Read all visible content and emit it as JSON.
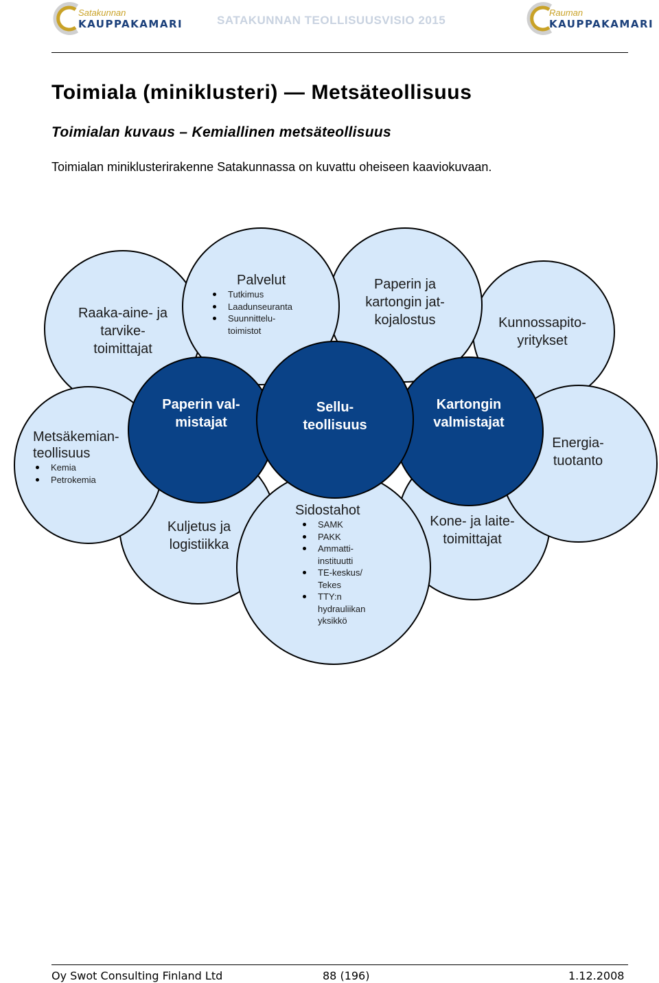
{
  "header": {
    "logo_left": {
      "line1": "Satakunnan",
      "line2": "KAUPPAKAMARI"
    },
    "title": "SATAKUNNAN TEOLLISUUSVISIO 2015",
    "logo_right": {
      "line1": "Rauman",
      "line2": "KAUPPAKAMARI"
    }
  },
  "heading": "Toimiala (miniklusteri) — Metsäteollisuus",
  "subheading": "Toimialan kuvaus – Kemiallinen metsäteollisuus",
  "intro": "Toimialan miniklusterirakenne Satakunnassa on kuvattu oheiseen kaaviokuvaan.",
  "diagram": {
    "raaka": "Raaka-aine- ja\ntarvike-\ntoimittajat",
    "palvelut": {
      "title": "Palvelut",
      "items": [
        "Tutkimus",
        "Laadunseuranta",
        "Suunnittelu-\ntoimistot"
      ]
    },
    "paperin_jalostus": "Paperin ja\nkartongin jat-\nkojalostus",
    "kunnossapito": "Kunnossapito-\nyritykset",
    "metsakemia": {
      "title": "Metsäkemian-\nteollisuus",
      "items": [
        "Kemia",
        "Petrokemia"
      ]
    },
    "paperin_valmistajat": "Paperin val-\nmistajat",
    "selluteollisuus": "Sellu-\nteollisuus",
    "kartongin_valmistajat": "Kartongin\nvalmistajat",
    "energia": "Energia-\ntuotanto",
    "kuljetus": "Kuljetus ja\nlogistiikka",
    "sidostahot": {
      "title": "Sidostahot",
      "items": [
        "SAMK",
        "PAKK",
        "Ammatti-\ninstituutti",
        "TE-keskus/\nTekes",
        "TTY:n\nhydrauliikan\nyksikkö"
      ]
    },
    "kone": "Kone- ja laite-\ntoimittajat"
  },
  "footer": {
    "company": "Oy Swot Consulting Finland Ltd",
    "page": "88 (196)",
    "date": "1.12.2008"
  },
  "colors": {
    "circle_light": "#d6e8fa",
    "circle_dark": "#0a4287",
    "header_title": "#c8d2e0"
  }
}
